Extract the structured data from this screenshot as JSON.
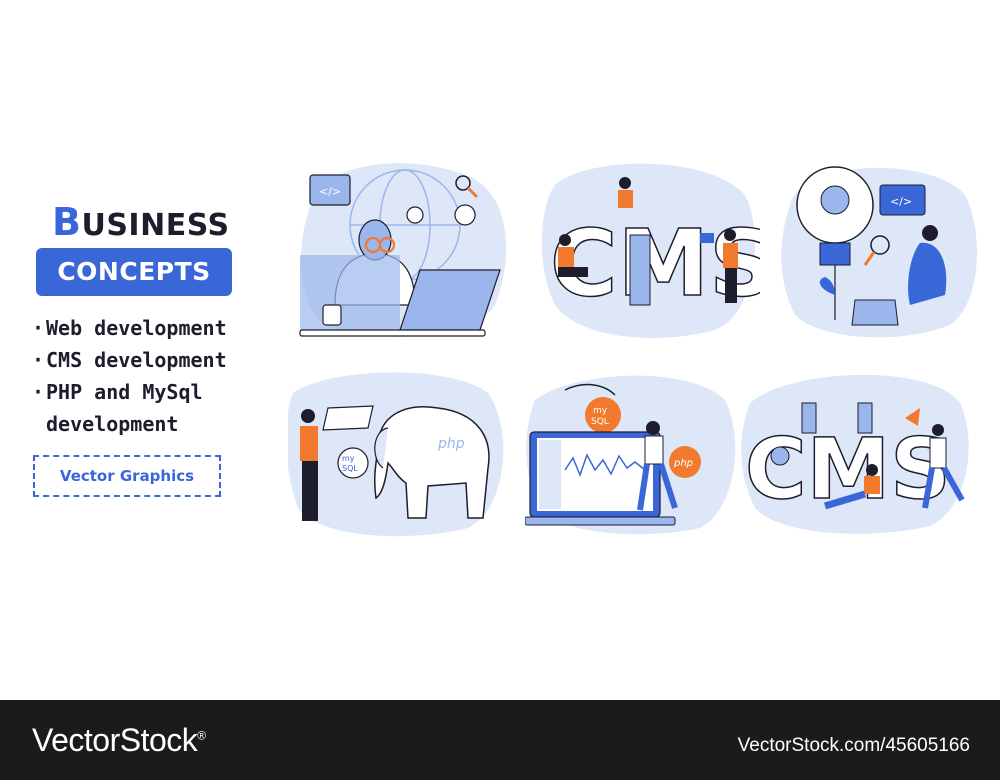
{
  "heading": {
    "first_letter": "B",
    "rest": "USINESS"
  },
  "subheading": "CONCEPTS",
  "list": [
    "Web development",
    "CMS development",
    "PHP and MySql",
    "development"
  ],
  "tag": "Vector Graphics",
  "watermark": {
    "logo": "VectorStock",
    "registered": "®",
    "url": "VectorStock.com/45605166"
  },
  "illustration_labels": {
    "code_tag": "</>",
    "cms": "CMS",
    "php": "php",
    "mysql_top": "my",
    "mysql_bottom": "SQL"
  },
  "colors": {
    "blue": "#3a67d8",
    "light_blue": "#dde7f8",
    "mid_blue": "#9bb6ec",
    "orange": "#f27a2e",
    "dark": "#1d1d2e",
    "footer": "#1b1b1b"
  }
}
